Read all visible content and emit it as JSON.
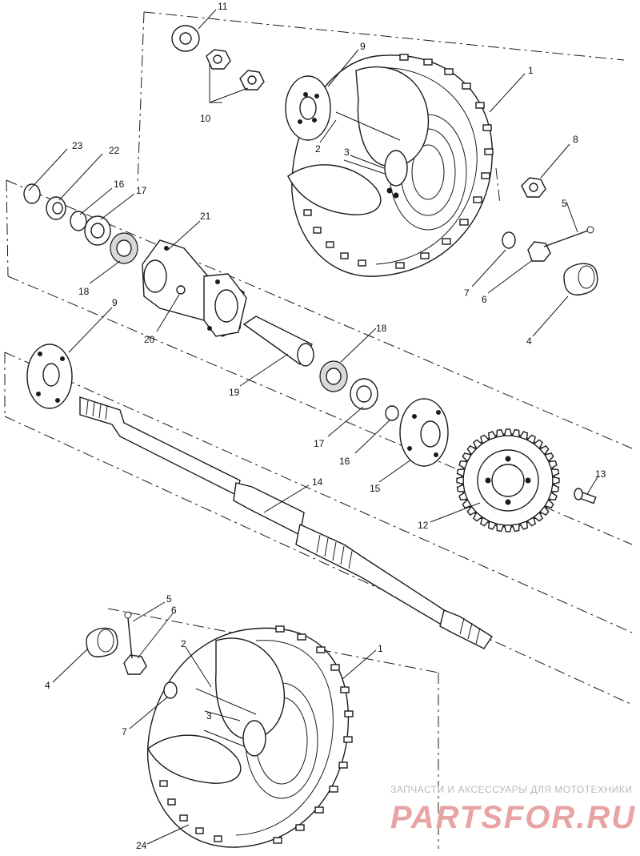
{
  "diagram": {
    "labels": [
      {
        "id": "11",
        "text": "11"
      },
      {
        "id": "9a",
        "text": "9"
      },
      {
        "id": "1a",
        "text": "1"
      },
      {
        "id": "10",
        "text": "10"
      },
      {
        "id": "2a",
        "text": "2"
      },
      {
        "id": "3a",
        "text": "3"
      },
      {
        "id": "8",
        "text": "8"
      },
      {
        "id": "23",
        "text": "23"
      },
      {
        "id": "22",
        "text": "22"
      },
      {
        "id": "16a",
        "text": "16"
      },
      {
        "id": "17a",
        "text": "17"
      },
      {
        "id": "21",
        "text": "21"
      },
      {
        "id": "5a",
        "text": "5"
      },
      {
        "id": "18a",
        "text": "18"
      },
      {
        "id": "7a",
        "text": "7"
      },
      {
        "id": "6a",
        "text": "6"
      },
      {
        "id": "20",
        "text": "20"
      },
      {
        "id": "4a",
        "text": "4"
      },
      {
        "id": "9b",
        "text": "9"
      },
      {
        "id": "18b",
        "text": "18"
      },
      {
        "id": "19",
        "text": "19"
      },
      {
        "id": "17b",
        "text": "17"
      },
      {
        "id": "16b",
        "text": "16"
      },
      {
        "id": "15",
        "text": "15"
      },
      {
        "id": "14",
        "text": "14"
      },
      {
        "id": "13",
        "text": "13"
      },
      {
        "id": "12",
        "text": "12"
      },
      {
        "id": "5b",
        "text": "5"
      },
      {
        "id": "6b",
        "text": "6"
      },
      {
        "id": "1b",
        "text": "1"
      },
      {
        "id": "4b",
        "text": "4"
      },
      {
        "id": "2b",
        "text": "2"
      },
      {
        "id": "7b",
        "text": "7"
      },
      {
        "id": "3b",
        "text": "3"
      },
      {
        "id": "24",
        "text": "24"
      }
    ]
  },
  "watermark": {
    "tagline": "ЗАПЧАСТИ И АКСЕССУАРЫ ДЛЯ МОТОТЕХНИКИ",
    "brand": "PARTSFOR.RU"
  },
  "colors": {
    "line": "#1a1a1a",
    "watermark_brand": "#e8a4a4",
    "watermark_text": "#b8b8b8"
  }
}
